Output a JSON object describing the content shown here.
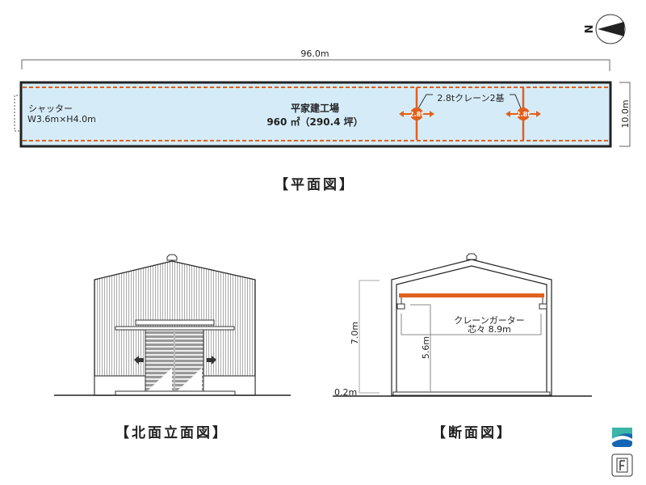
{
  "compass": {
    "label": "N"
  },
  "plan": {
    "length_dim": "96.0m",
    "width_dim": "10.0m",
    "shutter_label": "シャッター",
    "shutter_size": "W3.6m×H4.0m",
    "building_name": "平家建工場",
    "building_area": "960 ㎡（290.4 坪）",
    "crane_label": "2.8tクレーン2基",
    "crane_badges": [
      "2.8t",
      "2.8t"
    ],
    "title": "【平面図】"
  },
  "elevation": {
    "title": "【北面立面図】"
  },
  "section": {
    "height_dim": "7.0m",
    "base_dim": "0.2m",
    "crane_height_dim": "5.6m",
    "girder_label": "クレーンガーター",
    "girder_span": "芯々 8.9m",
    "title": "【断面図】"
  },
  "colors": {
    "accent": "#e2601c",
    "floor": "#d5ecf8",
    "logo_top": "#3bb6a6",
    "logo_bottom": "#1466b4"
  }
}
